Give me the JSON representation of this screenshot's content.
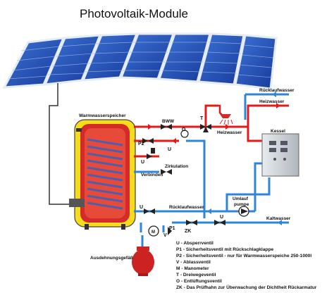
{
  "title": "Photovoltaik-Module",
  "labels": {
    "storage": "Warmwasserspeicher",
    "bww": "BWW",
    "zirkulation": "Zirkulation",
    "verbinden": "Verbinden",
    "heizwasser": "Heizwasser",
    "heizwasser_top": "Heizwasser",
    "ruecklaufwasser_top": "Rücklaufwasser",
    "ruecklaufwasser": "Rücklaufwasser",
    "kessel": "Kessel",
    "umlaufpumpe_1": "Umlauf",
    "umlaufpumpe_2": "pumpe",
    "kaltwasser": "Kaltwasser",
    "ausdehnungsgefaess": "Ausdehnungsgefäß"
  },
  "symbols": {
    "U": "U",
    "O": "O",
    "T": "T",
    "P2": "P2",
    "M": "M",
    "V": "V",
    "P1": "P1",
    "ZK": "ZK"
  },
  "legend": [
    "U - Absperrventil",
    "P1 - Sicherheitsventil mit Rückschlagklappe",
    "P2 - Sicherheitsventil - nur für Warmwasserspeiche 250-1000l",
    "V - Ablassventil",
    "M - Manometer",
    "T - Dreiwegeventil",
    "O - Entlüftungsventil",
    "ZK - Das Prüfhahn zur Überwachung der Dichtheit Rückarmatur"
  ],
  "colors": {
    "panel": "#1f4fb8",
    "panel_frame": "#dfe6f2",
    "hot": "#e01b1b",
    "cold": "#2f86d6",
    "tank_body": "#f6dc1c",
    "tank_inner": "#d42a2a",
    "coil": "#4a5fb0",
    "boiler": "#cfd5db",
    "vessel": "#cc2222"
  },
  "icons": [
    "solar-panel-icon",
    "shower-head-icon",
    "gate-valve-icon",
    "pump-icon",
    "manometer-icon",
    "expansion-vessel-icon",
    "boiler-icon"
  ]
}
